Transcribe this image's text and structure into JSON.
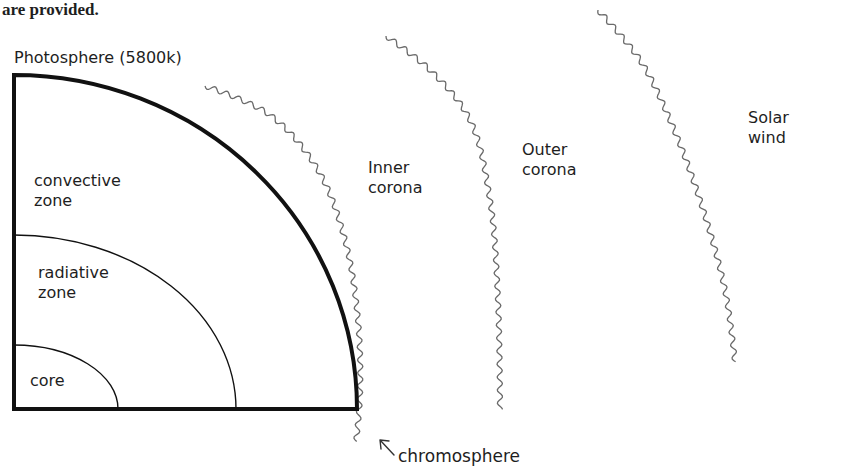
{
  "diagram": {
    "nodes": [
      {
        "text": [
          "convective zone"
        ]
      },
      {
        "text": [
          "radiative zone"
        ],
        "in": 0
      },
      {
        "text": [
          "core"
        ],
        "in": 1
      }
    ],
    "labels": [
      "are provided.",
      "Photosphere (5800k)",
      "Inner corona",
      "Outer corona",
      "Solar wind",
      "chromosphere"
    ]
  }
}
